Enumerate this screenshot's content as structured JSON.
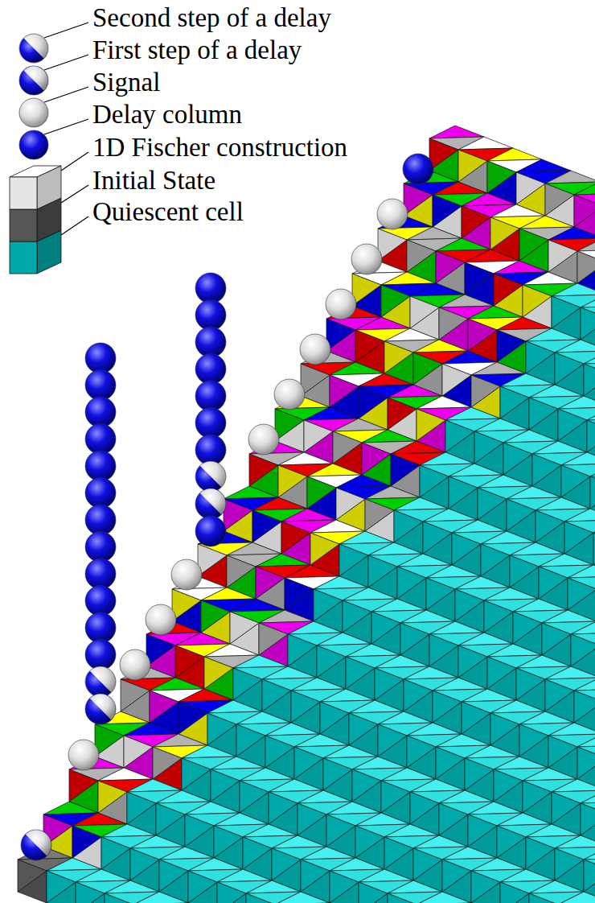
{
  "diagram": {
    "legend": [
      {
        "text": "Second step of a delay"
      },
      {
        "text": "First step of a delay"
      },
      {
        "text": "Signal"
      },
      {
        "text": "Delay column"
      },
      {
        "text": "1D Fischer construction"
      },
      {
        "text": "Initial State"
      },
      {
        "text": "Quiescent cell"
      }
    ]
  }
}
